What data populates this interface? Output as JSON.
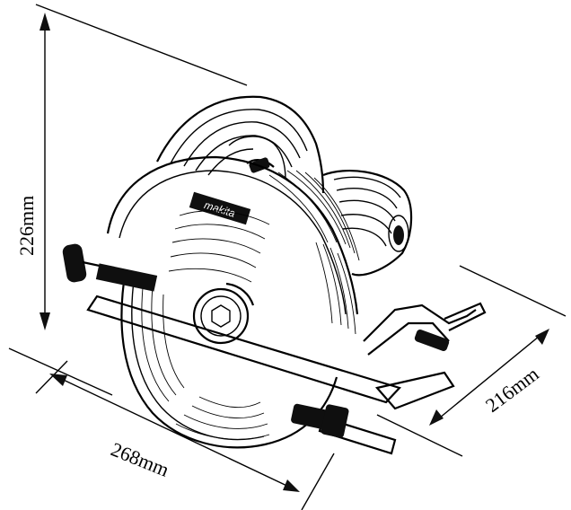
{
  "dimensions": {
    "height": "226mm",
    "length": "268mm",
    "width": "216mm"
  },
  "brand_logo": "makita"
}
